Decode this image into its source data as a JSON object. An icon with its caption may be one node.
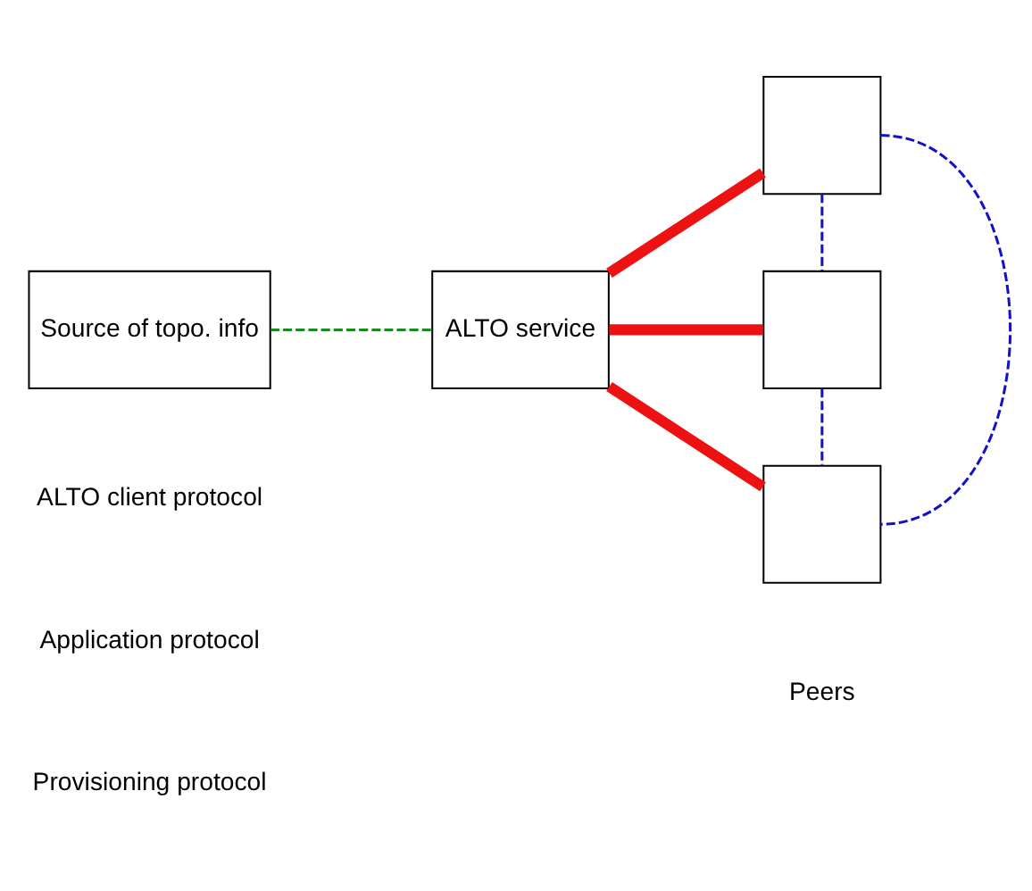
{
  "diagram": {
    "nodes": [
      {
        "text": [
          "Source of topo. info"
        ]
      },
      {
        "text": [
          "ALTO service"
        ]
      },
      {
        "text": [],
        "shape": "box"
      },
      {
        "text": [],
        "shape": "box"
      },
      {
        "text": [],
        "shape": "box"
      }
    ],
    "edges": [
      {
        "from": 0,
        "to": 1,
        "arrow": "none",
        "style": "dashed",
        "color": "#1a8a1a"
      },
      {
        "from": 1,
        "to": 2,
        "arrow": "none",
        "style": "thick",
        "color": "#ee1111"
      },
      {
        "from": 1,
        "to": 3,
        "arrow": "none",
        "style": "thick",
        "color": "#ee1111"
      },
      {
        "from": 1,
        "to": 4,
        "arrow": "none",
        "style": "thick",
        "color": "#ee1111"
      },
      {
        "from": 2,
        "to": 3,
        "arrow": "none",
        "style": "dashed",
        "color": "#1111cc"
      },
      {
        "from": 3,
        "to": 4,
        "arrow": "none",
        "style": "dashed",
        "color": "#1111cc"
      },
      {
        "from": 2,
        "to": 4,
        "arrow": "none",
        "style": "dashed",
        "color": "#1111cc"
      }
    ],
    "labels": [
      "Peers"
    ],
    "legend": [
      {
        "text": "ALTO client protocol"
      },
      {
        "text": "Application protocol"
      },
      {
        "text": "Provisioning protocol"
      }
    ]
  }
}
